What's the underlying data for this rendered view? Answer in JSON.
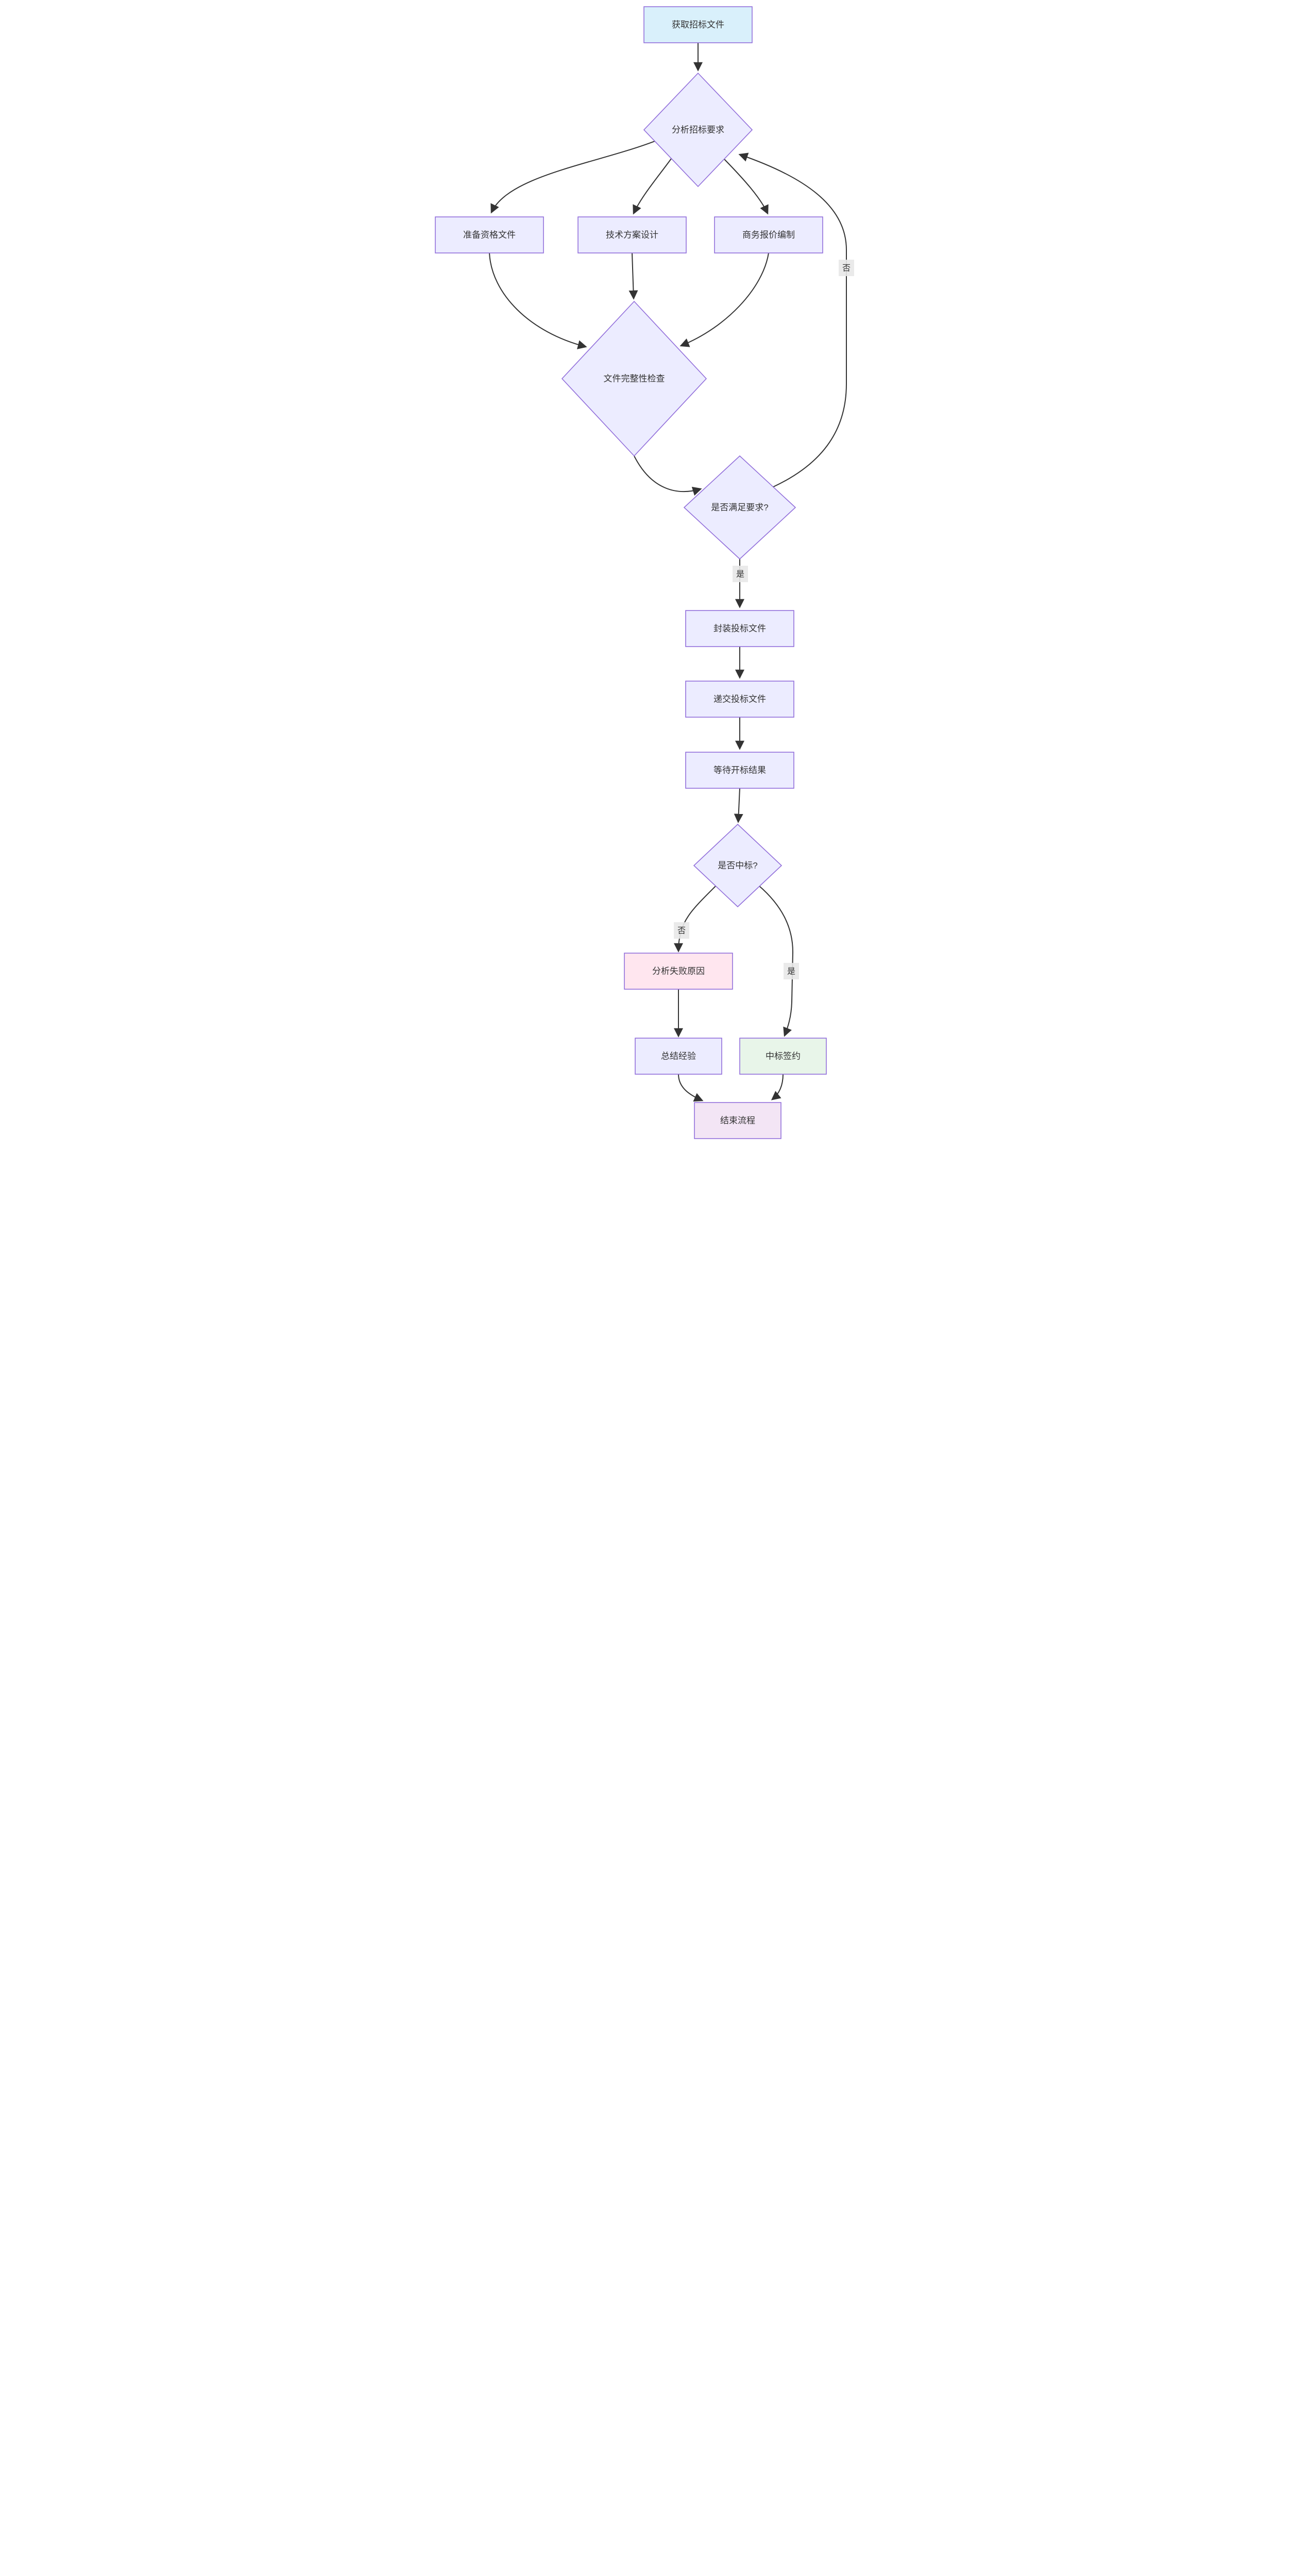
{
  "diagram": {
    "type": "flowchart",
    "direction": "top-down",
    "nodes": {
      "start": {
        "label": "获取招标文件",
        "shape": "rect",
        "fill": "#d9f0fb"
      },
      "analyze": {
        "label": "分析招标要求",
        "shape": "diamond",
        "fill": "#ececff"
      },
      "prepare_qualification": {
        "label": "准备资格文件",
        "shape": "rect",
        "fill": "#ececff"
      },
      "tech_design": {
        "label": "技术方案设计",
        "shape": "rect",
        "fill": "#ececff"
      },
      "quote": {
        "label": "商务报价编制",
        "shape": "rect",
        "fill": "#ececff"
      },
      "completeness_check": {
        "label": "文件完整性检查",
        "shape": "diamond",
        "fill": "#ececff"
      },
      "meet_requirements": {
        "label": "是否满足要求?",
        "shape": "diamond",
        "fill": "#ececff"
      },
      "package": {
        "label": "封装投标文件",
        "shape": "rect",
        "fill": "#ececff"
      },
      "submit": {
        "label": "递交投标文件",
        "shape": "rect",
        "fill": "#ececff"
      },
      "wait_result": {
        "label": "等待开标结果",
        "shape": "rect",
        "fill": "#ececff"
      },
      "win": {
        "label": "是否中标?",
        "shape": "diamond",
        "fill": "#ececff"
      },
      "analyze_failure": {
        "label": "分析失败原因",
        "shape": "rect",
        "fill": "#ffe6ef"
      },
      "summarize": {
        "label": "总结经验",
        "shape": "rect",
        "fill": "#ececff"
      },
      "sign": {
        "label": "中标签约",
        "shape": "rect",
        "fill": "#e8f5e9"
      },
      "end": {
        "label": "结束流程",
        "shape": "rect",
        "fill": "#f3e5f5"
      }
    },
    "edge_labels": {
      "meet_yes": "是",
      "meet_no": "否",
      "win_no": "否",
      "win_yes": "是"
    },
    "edges": [
      {
        "from": "start",
        "to": "analyze",
        "label": ""
      },
      {
        "from": "analyze",
        "to": "prepare_qualification",
        "label": ""
      },
      {
        "from": "analyze",
        "to": "tech_design",
        "label": ""
      },
      {
        "from": "analyze",
        "to": "quote",
        "label": ""
      },
      {
        "from": "prepare_qualification",
        "to": "completeness_check",
        "label": ""
      },
      {
        "from": "tech_design",
        "to": "completeness_check",
        "label": ""
      },
      {
        "from": "quote",
        "to": "completeness_check",
        "label": ""
      },
      {
        "from": "completeness_check",
        "to": "meet_requirements",
        "label": ""
      },
      {
        "from": "meet_requirements",
        "to": "package",
        "label": "是"
      },
      {
        "from": "meet_requirements",
        "to": "analyze",
        "label": "否"
      },
      {
        "from": "package",
        "to": "submit",
        "label": ""
      },
      {
        "from": "submit",
        "to": "wait_result",
        "label": ""
      },
      {
        "from": "wait_result",
        "to": "win",
        "label": ""
      },
      {
        "from": "win",
        "to": "analyze_failure",
        "label": "否"
      },
      {
        "from": "win",
        "to": "sign",
        "label": "是"
      },
      {
        "from": "analyze_failure",
        "to": "summarize",
        "label": ""
      },
      {
        "from": "summarize",
        "to": "end",
        "label": ""
      },
      {
        "from": "sign",
        "to": "end",
        "label": ""
      }
    ],
    "colors": {
      "node_border": "#9370db",
      "edge": "#333333",
      "edge_label_bg": "#e8e8e8",
      "text": "#333333",
      "start_fill": "#d9f0fb",
      "default_fill": "#ececff",
      "failure_fill": "#ffe6ef",
      "sign_fill": "#e8f5e9",
      "end_fill": "#f3e5f5"
    }
  }
}
